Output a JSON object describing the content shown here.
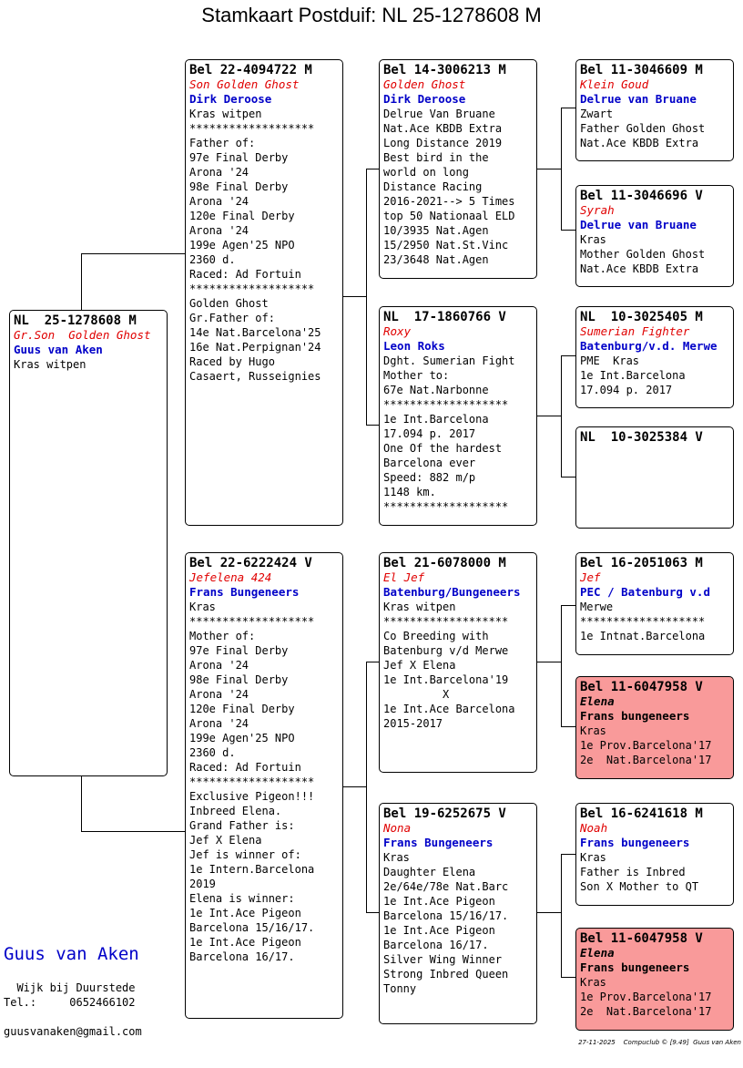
{
  "title": "Stamkaart Postduif: NL  25-1278608 M",
  "subject": {
    "ring": "NL  25-1278608 M",
    "name": "Gr.Son  Golden Ghost",
    "breeder": "Guus van Aken",
    "lines": [
      "Kras witpen"
    ]
  },
  "father": {
    "ring": "Bel 22-4094722 M",
    "name": "Son Golden Ghost",
    "breeder": "Dirk Deroose",
    "lines": [
      "Kras witpen",
      "*******************",
      "Father of:",
      "97e Final Derby",
      "Arona '24",
      "98e Final Derby",
      "Arona '24",
      "120e Final Derby",
      "Arona '24",
      "199e Agen'25 NPO",
      "2360 d.",
      "Raced: Ad Fortuin",
      "*******************",
      "Golden Ghost",
      "Gr.Father of:",
      "14e Nat.Barcelona'25",
      "16e Nat.Perpignan'24",
      "Raced by Hugo",
      "Casaert, Russeignies"
    ]
  },
  "mother": {
    "ring": "Bel 22-6222424 V",
    "name": "Jefelena 424",
    "breeder": "Frans Bungeneers",
    "lines": [
      "Kras",
      "*******************",
      "Mother of:",
      "97e Final Derby",
      "Arona '24",
      "98e Final Derby",
      "Arona '24",
      "120e Final Derby",
      "Arona '24",
      "199e Agen'25 NPO",
      "2360 d.",
      "Raced: Ad Fortuin",
      "*******************",
      "Exclusive Pigeon!!!",
      "Inbreed Elena.",
      "Grand Father is:",
      "Jef X Elena",
      "",
      "Jef is winner of:",
      "1e Intern.Barcelona",
      "2019",
      "",
      "Elena is winner:",
      "1e Int.Ace Pigeon",
      "Barcelona 15/16/17.",
      "1e Int.Ace Pigeon",
      "Barcelona 16/17."
    ]
  },
  "ff": {
    "ring": "Bel 14-3006213 M",
    "name": "Golden Ghost",
    "breeder": "Dirk Deroose",
    "lines": [
      "Delrue Van Bruane",
      "Nat.Ace KBDB Extra",
      "Long Distance 2019",
      "Best bird in the",
      "world on long",
      "Distance Racing",
      "2016-2021--> 5 Times",
      "top 50 Nationaal ELD",
      "10/3935 Nat.Agen",
      "15/2950 Nat.St.Vinc",
      "23/3648 Nat.Agen"
    ]
  },
  "fm": {
    "ring": "NL  17-1860766 V",
    "name": "Roxy",
    "breeder": "Leon Roks",
    "lines": [
      "Dght. Sumerian Fight",
      "Mother to:",
      "67e Nat.Narbonne",
      "*******************",
      "1e Int.Barcelona",
      "17.094 p. 2017",
      "One Of the hardest",
      "Barcelona ever",
      "Speed: 882 m/p",
      "1148 km.",
      "*******************"
    ]
  },
  "mf": {
    "ring": "Bel 21-6078000 M",
    "name": "El Jef",
    "breeder": "Batenburg/Bungeneers",
    "lines": [
      "Kras witpen",
      "*******************",
      "Co Breeding with",
      "Batenburg v/d Merwe",
      "Jef X Elena",
      "1e Int.Barcelona'19",
      "         X",
      "1e Int.Ace Barcelona",
      "2015-2017"
    ]
  },
  "mm": {
    "ring": "Bel 19-6252675 V",
    "name": "Nona",
    "breeder": "Frans Bungeneers",
    "lines": [
      "Kras",
      "Daughter Elena",
      "2e/64e/78e Nat.Barc",
      "1e Int.Ace Pigeon",
      "Barcelona 15/16/17.",
      "1e Int.Ace Pigeon",
      "Barcelona 16/17.",
      "Silver Wing Winner",
      "",
      "Strong Inbred Queen",
      "Tonny"
    ]
  },
  "fff": {
    "ring": "Bel 11-3046609 M",
    "name": "Klein Goud",
    "breeder": "Delrue van Bruane",
    "lines": [
      "Zwart",
      "Father Golden Ghost",
      "Nat.Ace KBDB Extra"
    ]
  },
  "ffm": {
    "ring": "Bel 11-3046696 V",
    "name": "Syrah",
    "breeder": "Delrue van Bruane",
    "lines": [
      "Kras",
      "Mother Golden Ghost",
      "Nat.Ace KBDB Extra"
    ]
  },
  "fmf": {
    "ring": "NL  10-3025405 M",
    "name": "Sumerian Fighter",
    "breeder": "Batenburg/v.d. Merwe",
    "lines": [
      "PME  Kras",
      "1e Int.Barcelona",
      "17.094 p. 2017"
    ]
  },
  "fmm": {
    "ring": "NL  10-3025384 V",
    "name": "",
    "breeder": "",
    "lines": []
  },
  "mff": {
    "ring": "Bel 16-2051063 M",
    "name": "Jef",
    "breeder": "PEC / Batenburg v.d",
    "lines": [
      "Merwe",
      "*******************",
      "1e Intnat.Barcelona"
    ]
  },
  "mfm": {
    "ring": "Bel 11-6047958 V",
    "name": "Elena",
    "breeder": "Frans bungeneers",
    "lines": [
      "Kras",
      "1e Prov.Barcelona'17",
      "2e  Nat.Barcelona'17"
    ]
  },
  "mmf": {
    "ring": "Bel 16-6241618 M",
    "name": "Noah",
    "breeder": "Frans bungeneers",
    "lines": [
      "Kras",
      "Father is Inbred",
      "Son X Mother to QT"
    ]
  },
  "mmm": {
    "ring": "Bel 11-6047958 V",
    "name": "Elena",
    "breeder": "Frans bungeneers",
    "lines": [
      "Kras",
      "1e Prov.Barcelona'17",
      "2e  Nat.Barcelona'17"
    ]
  },
  "owner": {
    "name": "Guus van Aken",
    "location": "  Wijk bij Duurstede",
    "phone": "Tel.:     0652466102",
    "email": "guusvanaken@gmail.com"
  },
  "footer": "27-11-2025    Compuclub © [9.49]  Guus van Aken"
}
